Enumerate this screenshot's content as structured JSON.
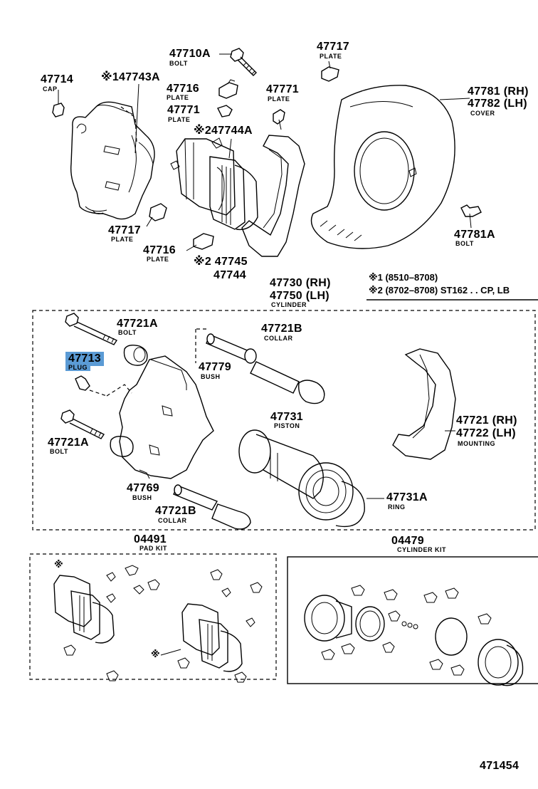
{
  "parts": [
    {
      "id": "p47710A",
      "number": "47710A",
      "name": "BOLT"
    },
    {
      "id": "p47717top",
      "number": "47717",
      "name": "PLATE"
    },
    {
      "id": "p47714",
      "number": "47714",
      "name": "CAP"
    },
    {
      "id": "p147743A",
      "number": "※147743A",
      "name": ""
    },
    {
      "id": "p47716top",
      "number": "47716",
      "name": "PLATE"
    },
    {
      "id": "p47771a",
      "number": "47771",
      "name": "PLATE"
    },
    {
      "id": "p47771b",
      "number": "47771",
      "name": "PLATE"
    },
    {
      "id": "p247744A",
      "number": "※247744A",
      "name": ""
    },
    {
      "id": "p47781",
      "number": "47781 (RH)",
      "number2": "47782 (LH)",
      "name": "COVER"
    },
    {
      "id": "p47717b",
      "number": "47717",
      "name": "PLATE"
    },
    {
      "id": "p47716b",
      "number": "47716",
      "name": "PLATE"
    },
    {
      "id": "p47781A",
      "number": "47781A",
      "name": "BOLT"
    },
    {
      "id": "p47745",
      "number": "※2 47745",
      "number2": "47744",
      "name": ""
    },
    {
      "id": "p47730",
      "number": "47730 (RH)",
      "number2": "47750 (LH)",
      "name": "CYLINDER"
    },
    {
      "id": "p47721Atop",
      "number": "47721A",
      "name": "BOLT"
    },
    {
      "id": "p47713",
      "number": "47713",
      "name": "PLUG",
      "highlighted": true
    },
    {
      "id": "p47721Btop",
      "number": "47721B",
      "name": "COLLAR"
    },
    {
      "id": "p47779",
      "number": "47779",
      "name": "BUSH"
    },
    {
      "id": "p47731",
      "number": "47731",
      "name": "PISTON"
    },
    {
      "id": "p47721",
      "number": "47721 (RH)",
      "number2": "47722 (LH)",
      "name": "MOUNTING"
    },
    {
      "id": "p47721Abot",
      "number": "47721A",
      "name": "BOLT"
    },
    {
      "id": "p47769",
      "number": "47769",
      "name": "BUSH"
    },
    {
      "id": "p47721Bbot",
      "number": "47721B",
      "name": "COLLAR"
    },
    {
      "id": "p47731A",
      "number": "47731A",
      "name": "RING"
    },
    {
      "id": "p04491",
      "number": "04491",
      "name": "PAD KIT"
    },
    {
      "id": "p04479",
      "number": "04479",
      "name": "CYLINDER KIT"
    }
  ],
  "notes": {
    "note1": "※1 (8510–8708)",
    "note2": "※2 (8702–8708) ST162 . . CP, LB"
  },
  "kit_marks": {
    "pad_mark_a": "※",
    "pad_mark_b": "※"
  },
  "page_number": "471454",
  "highlight_color": "#5b9bd5"
}
